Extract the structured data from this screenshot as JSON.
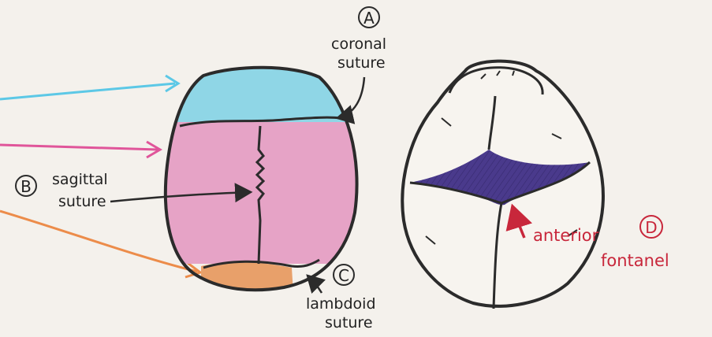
{
  "labels": {
    "a": {
      "letter": "A",
      "line1": "coronal",
      "line2": "suture"
    },
    "b": {
      "letter": "B",
      "line1": "sagittal",
      "line2": "suture"
    },
    "c": {
      "letter": "C",
      "line1": "lambdoid",
      "line2": "suture"
    },
    "d": {
      "letter": "D",
      "line1": "anterior",
      "line2": "fontanel"
    }
  },
  "colors": {
    "frontal_bone": "#8fd6e6",
    "parietal_bone": "#e6a3c6",
    "occipital_bone": "#e8a06a",
    "fontanel": "#4a3a8c",
    "arrow_cyan": "#5cc8e6",
    "arrow_pink": "#e0559a",
    "arrow_orange": "#ec8c4a",
    "ink": "#2b2b2b",
    "red_ink": "#c8273b"
  }
}
